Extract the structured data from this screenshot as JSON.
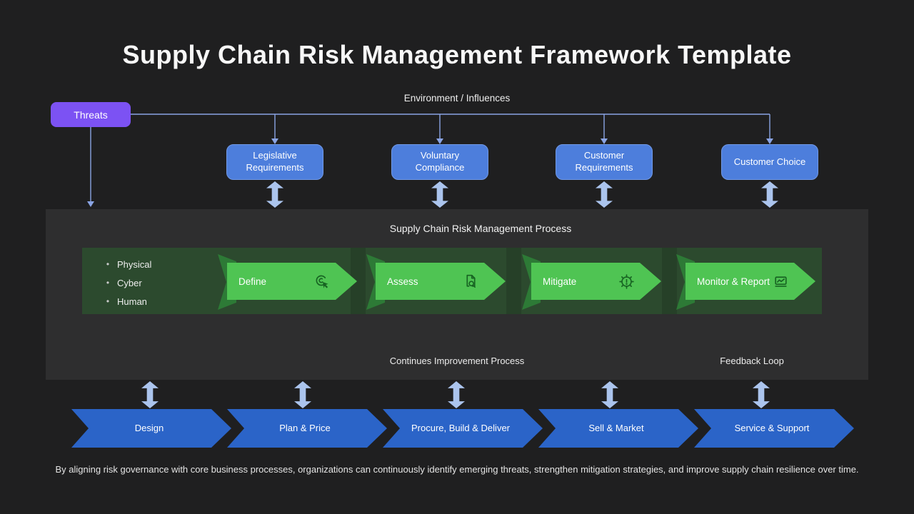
{
  "title": "Supply Chain Risk Management Framework Template",
  "labels": {
    "environment": "Environment / Influences",
    "process_heading": "Supply Chain Risk Management Process",
    "continues_improvement": "Continues Improvement Process",
    "feedback_loop": "Feedback Loop"
  },
  "threats": {
    "label": "Threats"
  },
  "influences": [
    {
      "label": "Legislative Requirements"
    },
    {
      "label": "Voluntary Compliance"
    },
    {
      "label": "Customer Requirements"
    },
    {
      "label": "Customer Choice"
    }
  ],
  "process": {
    "risk_types": [
      "Physical",
      "Cyber",
      "Human"
    ],
    "steps": [
      {
        "label": "Define",
        "icon": "click-target-icon"
      },
      {
        "label": "Assess",
        "icon": "document-search-icon"
      },
      {
        "label": "Mitigate",
        "icon": "gear-alert-icon"
      },
      {
        "label": "Monitor & Report",
        "icon": "chart-report-icon"
      }
    ]
  },
  "chain": [
    {
      "label": "Design"
    },
    {
      "label": "Plan & Price"
    },
    {
      "label": "Procure, Build & Deliver"
    },
    {
      "label": "Sell & Market"
    },
    {
      "label": "Service & Support"
    }
  ],
  "footer": "By aligning risk governance with core business processes, organizations can continuously identify emerging threats, strengthen mitigation strategies, and improve supply chain resilience over time.",
  "colors": {
    "background": "#1f1f20",
    "panel": "#2e2e2f",
    "process_band_green": "#2c4a2e",
    "step_green": "#4fc453",
    "step_fold_green": "#2d7a36",
    "influence_blue": "#4d7edc",
    "chain_blue": "#2b64c8",
    "threats_purple": "#7c52f3",
    "connector_blue": "#8aa4e4",
    "thick_arrow_blue": "#abc4ed"
  }
}
